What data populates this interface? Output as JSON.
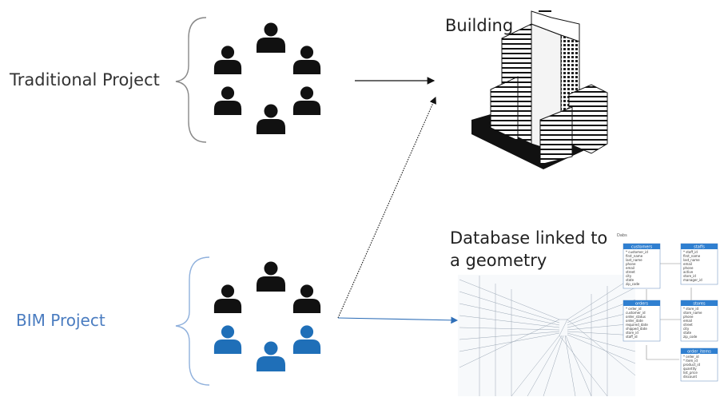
{
  "labels": {
    "traditional": "Traditional Project",
    "bim": "BIM Project",
    "building": "Building",
    "database": "Database linked to\na geometry",
    "diagram_title": "Dabs"
  },
  "colors": {
    "black_person": "#111111",
    "blue_person": "#1f6fb8",
    "bim_text": "#4a7cc0",
    "bim_brace": "#8fb0dc",
    "entity_header": "#2f7fd0"
  },
  "icons": [
    "person-icon",
    "building-icon",
    "database-diagram",
    "geometry-render"
  ],
  "entities": [
    {
      "name": "customers",
      "fields": [
        "* customer_id",
        "first_name",
        "last_name",
        "phone",
        "email",
        "street",
        "city",
        "state",
        "zip_code"
      ]
    },
    {
      "name": "staffs",
      "fields": [
        "* staff_id",
        "first_name",
        "last_name",
        "email",
        "phone",
        "active",
        "store_id",
        "manager_id"
      ]
    },
    {
      "name": "orders",
      "fields": [
        "* order_id",
        "customer_id",
        "order_status",
        "order_date",
        "required_date",
        "shipped_date",
        "store_id",
        "staff_id"
      ]
    },
    {
      "name": "stores",
      "fields": [
        "* store_id",
        "store_name",
        "phone",
        "email",
        "street",
        "city",
        "state",
        "zip_code"
      ]
    },
    {
      "name": "order_items",
      "fields": [
        "* order_id",
        "* item_id",
        "product_id",
        "quantity",
        "list_price",
        "discount"
      ]
    }
  ]
}
